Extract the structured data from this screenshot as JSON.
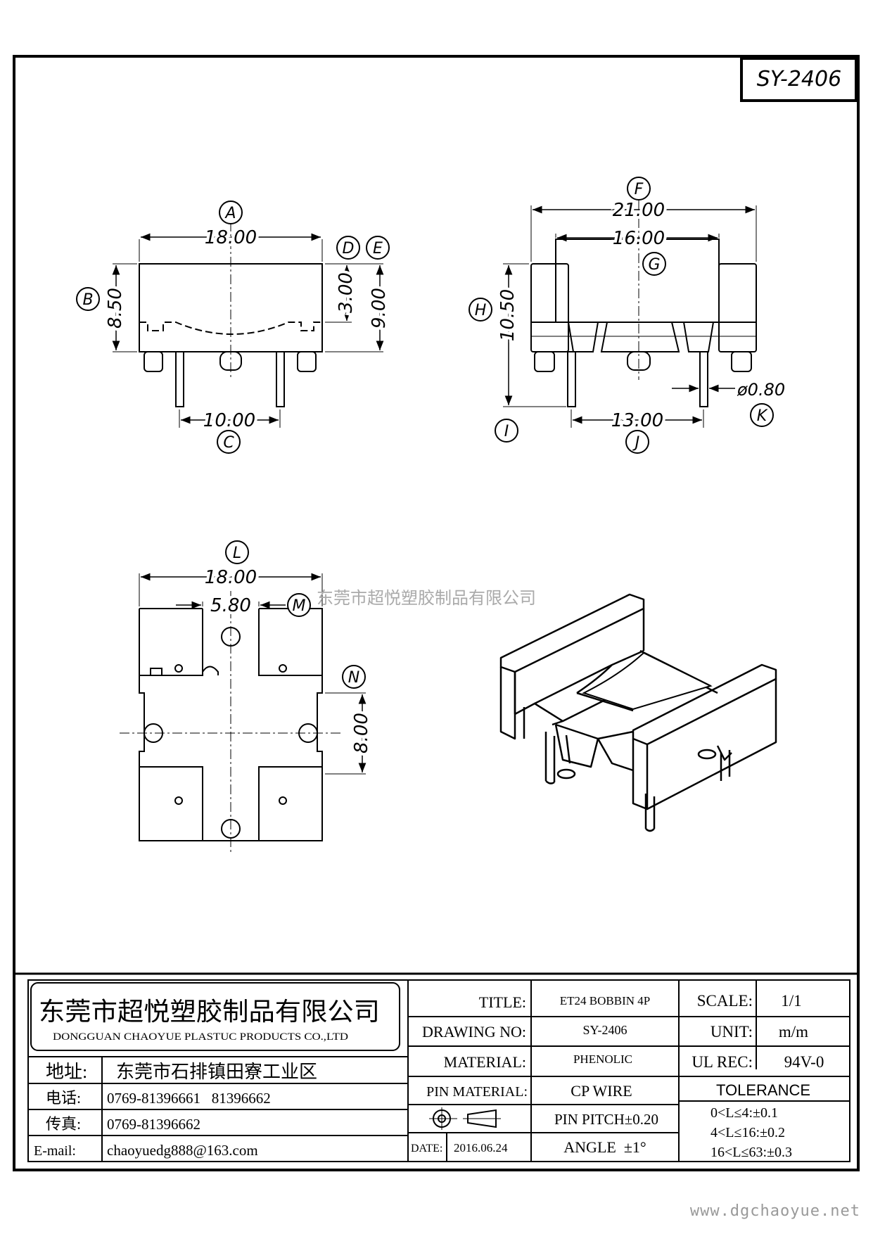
{
  "part_number": "SY-2406",
  "watermark": "东莞市超悦塑胶制品有限公司",
  "website": "www.dgchaoyue.net",
  "dimensions": {
    "A": "18.00",
    "B": "8.50",
    "C": "10.00",
    "D": "3.00",
    "E": "9.00",
    "F": "21.00",
    "G": "16.00",
    "H": "10.50",
    "J": "13.00",
    "K": "ø0.80",
    "L": "18.00",
    "M": "5.80",
    "N": "8.00"
  },
  "callouts": [
    "A",
    "B",
    "C",
    "D",
    "E",
    "F",
    "G",
    "H",
    "I",
    "J",
    "K",
    "L",
    "M",
    "N"
  ],
  "title_block": {
    "company_cn": "东莞市超悦塑胶制品有限公司",
    "company_en": "DONGGUAN CHAOYUE PLASTUC PRODUCTS CO.,LTD",
    "address_label": "地址:",
    "address": "东莞市石排镇田寮工业区",
    "phone_label": "电话:",
    "phone": "0769-81396661   81396662",
    "fax_label": "传真:",
    "fax": "0769-81396662",
    "email_label": "E-mail:",
    "email": "chaoyuedg888@163.com",
    "title_label": "TITLE:",
    "title": "ET24 BOBBIN 4P",
    "drawing_no_label": "DRAWING NO:",
    "drawing_no": "SY-2406",
    "material_label": "MATERIAL:",
    "material": "PHENOLIC",
    "pin_material_label": "PIN MATERIAL:",
    "pin_material": "CP WIRE",
    "pin_pitch": "PIN PITCH±0.20",
    "date_label": "DATE:",
    "date": "2016.06.24",
    "angle": "ANGLE  ±1°",
    "scale_label": "SCALE:",
    "scale": "1/1",
    "unit_label": "UNIT:",
    "unit": "m/m",
    "ul_label": "UL REC:",
    "ul": "94V-0",
    "tolerance_label": "TOLERANCE",
    "tol_1": "0<L≤4:±0.1",
    "tol_2": "4<L≤16:±0.2",
    "tol_3": "16<L≤63:±0.3"
  }
}
